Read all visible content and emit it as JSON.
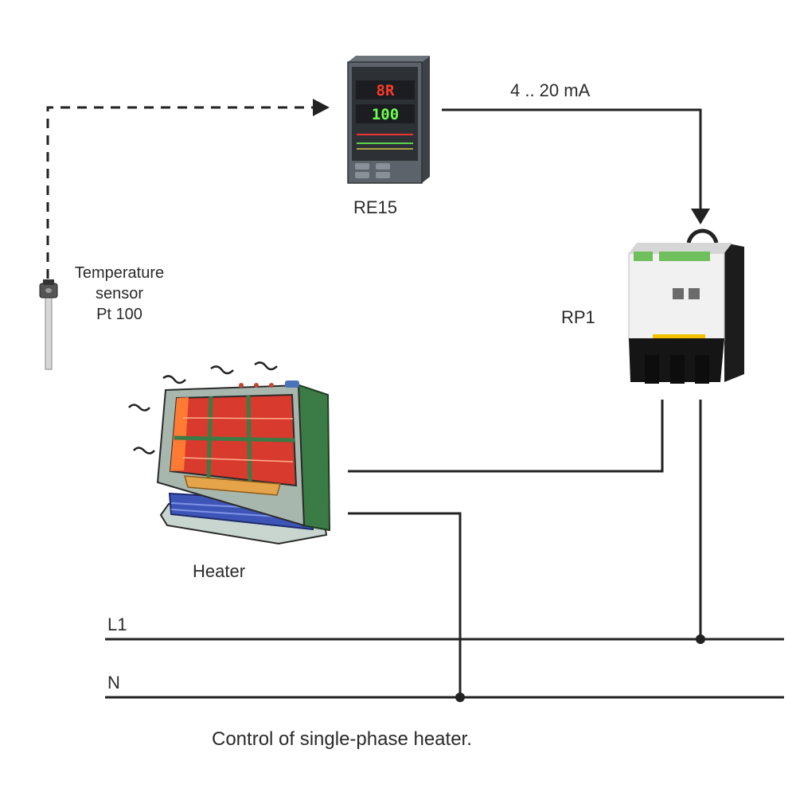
{
  "diagram": {
    "controller": {
      "label": "RE15",
      "display_top": "8R",
      "display_bottom": "100"
    },
    "signal": {
      "label": "4 .. 20 mA"
    },
    "power_controller": {
      "label": "RP1"
    },
    "sensor": {
      "label_lines": [
        "Temperature",
        "sensor",
        "Pt 100"
      ]
    },
    "heater": {
      "label": "Heater"
    },
    "lines": {
      "l1_label": "L1",
      "n_label": "N"
    },
    "caption": "Control of single-phase heater."
  }
}
